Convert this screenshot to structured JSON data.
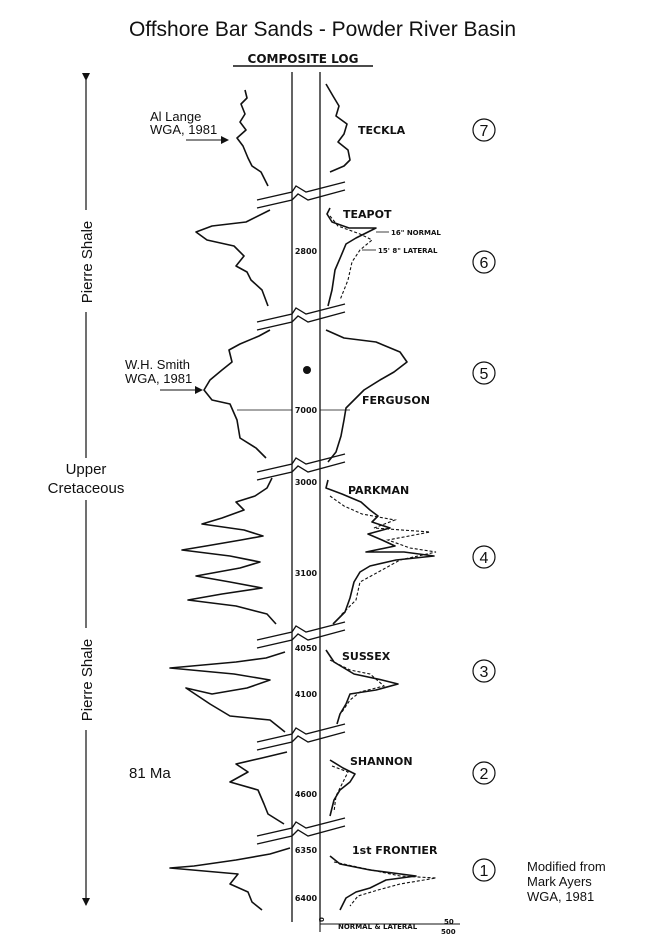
{
  "title": "Offshore Bar Sands - Powder River Basin",
  "log_heading": "COMPOSITE LOG",
  "left_axis": {
    "upper_label": "Pierre Shale",
    "middle_label": "Upper Cretaceous",
    "lower_label": "Pierre Shale"
  },
  "age_label": "81 Ma",
  "credits": [
    {
      "name": "Al Lange",
      "org": "WGA, 1981"
    },
    {
      "name": "W.H. Smith",
      "org": "WGA, 1981"
    }
  ],
  "source_note": [
    "Modified from",
    "Mark Ayers",
    "WGA, 1981"
  ],
  "formations": [
    {
      "name": "TECKLA",
      "number": "7"
    },
    {
      "name": "TEAPOT",
      "number": "6"
    },
    {
      "name": "FERGUSON",
      "number": "5"
    },
    {
      "name": "PARKMAN",
      "number": "4"
    },
    {
      "name": "SUSSEX",
      "number": "3"
    },
    {
      "name": "SHANNON",
      "number": "2"
    },
    {
      "name": "1st FRONTIER",
      "number": "1"
    }
  ],
  "depths": [
    "2800",
    "7000",
    "3000",
    "3100",
    "4050",
    "4100",
    "4600",
    "6350",
    "6400"
  ],
  "curve_labels": {
    "normal": "16\" NORMAL",
    "lateral": "15' 8\" LATERAL"
  },
  "scale": {
    "zero": "0",
    "caption": "NORMAL & LATERAL",
    "top": "50",
    "bottom": "500"
  }
}
